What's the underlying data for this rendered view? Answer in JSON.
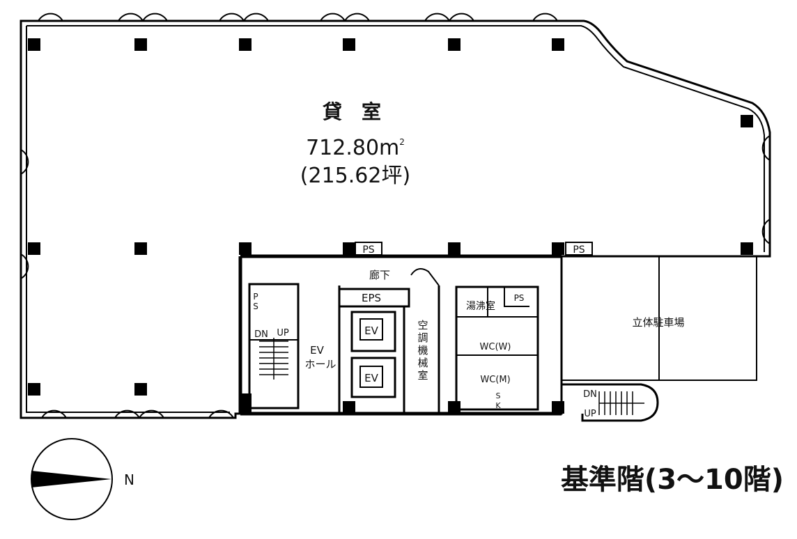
{
  "rental": {
    "name": "貸　室",
    "area_m2": "712.80m",
    "area_sup": "2",
    "area_tsubo": "(215.62坪)"
  },
  "labels": {
    "ps1": "PS",
    "ps2": "PS",
    "ps3": "P",
    "ps3b": "S",
    "ps4": "PS",
    "corridor": "廊下",
    "eps": "EPS",
    "ev1": "EV",
    "ev2": "EV",
    "ev_hall_1": "EV",
    "ev_hall_2": "ホール",
    "machine_room": [
      "空",
      "調",
      "機",
      "械",
      "室"
    ],
    "kitchenette": "湯沸室",
    "wc_w": "WC(W)",
    "wc_m": "WC(M)",
    "sk1": "S",
    "sk2": "K",
    "stair_dn": "DN",
    "stair_up": "UP",
    "stair2_dn": "DN",
    "stair2_up": "UP",
    "parking": "立体駐車場"
  },
  "compass": {
    "north": "N"
  },
  "title": "基準階(3〜10階)"
}
